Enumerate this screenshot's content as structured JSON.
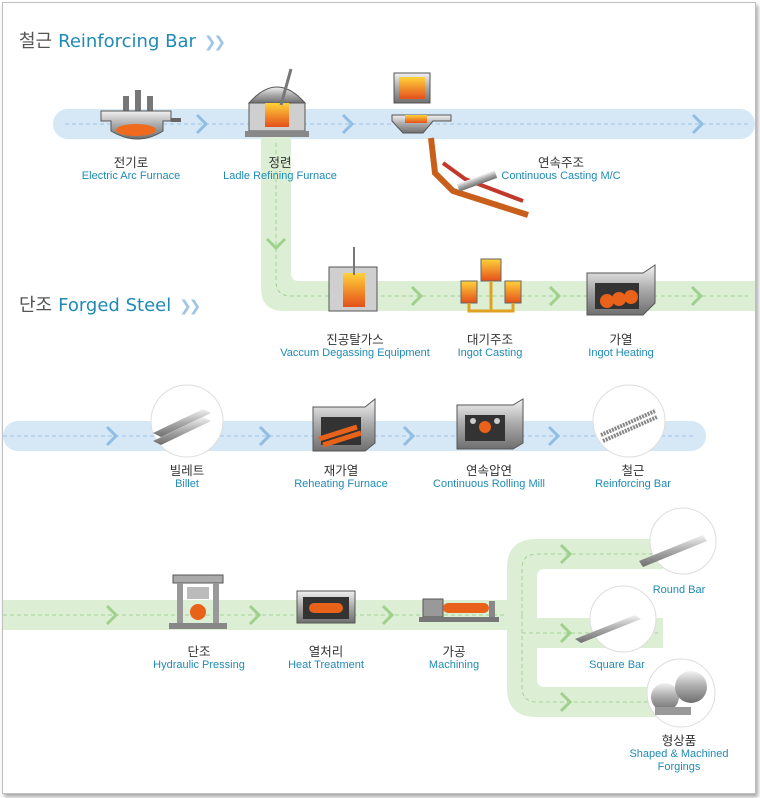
{
  "sections": {
    "rebar": {
      "ko": "철근",
      "en": "Reinforcing Bar"
    },
    "forged": {
      "ko": "단조",
      "en": "Forged Steel"
    }
  },
  "steps": {
    "eaf": {
      "ko": "전기로",
      "en": "Electric Arc Furnace"
    },
    "ladle": {
      "ko": "정련",
      "en": "Ladle Refining Furnace"
    },
    "ccm": {
      "ko": "연속주조",
      "en": "Continuous Casting M/C"
    },
    "vd": {
      "ko": "진공탈가스",
      "en": "Vaccum Degassing Equipment"
    },
    "ingot": {
      "ko": "대기주조",
      "en": "Ingot Casting"
    },
    "heating": {
      "ko": "가열",
      "en": "Ingot Heating"
    },
    "billet": {
      "ko": "빌레트",
      "en": "Billet"
    },
    "reheat": {
      "ko": "재가열",
      "en": "Reheating Furnace"
    },
    "rolling": {
      "ko": "연속압연",
      "en": "Continuous Rolling Mill"
    },
    "rebar": {
      "ko": "철근",
      "en": "Reinforcing Bar"
    },
    "press": {
      "ko": "단조",
      "en": "Hydraulic Pressing"
    },
    "heattreat": {
      "ko": "열처리",
      "en": "Heat Treatment"
    },
    "machining": {
      "ko": "가공",
      "en": "Machining"
    },
    "roundbar": {
      "en": "Round Bar"
    },
    "squarebar": {
      "en": "Square Bar"
    },
    "shaped": {
      "ko": "형상품",
      "en": "Shaped & Machined",
      "en2": "Forgings"
    }
  },
  "colors": {
    "blue_band": "#d6e7f6",
    "green_band": "#dcefd5",
    "label_blue": "#1f8ab5",
    "molten": "#e8621a"
  }
}
